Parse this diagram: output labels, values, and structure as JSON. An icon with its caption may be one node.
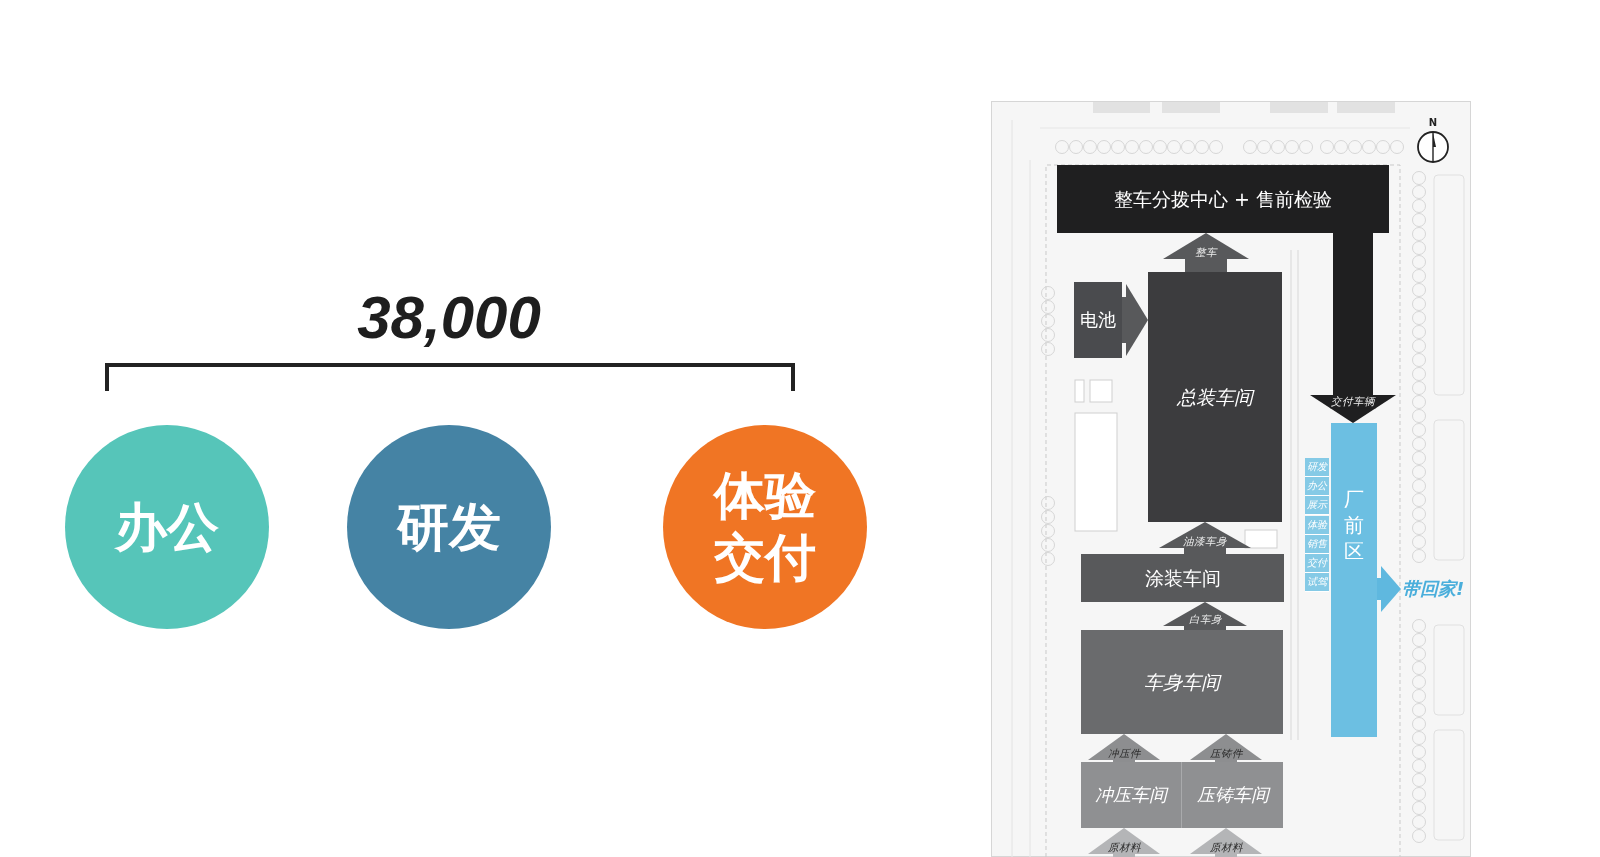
{
  "diagram": {
    "nodes": [
      {
        "text": [
          "办公"
        ]
      },
      {
        "text": [
          "研发"
        ]
      },
      {
        "text": [
          "体验交付"
        ]
      },
      {
        "text": [
          "整车分拨中心 + 售前检验"
        ]
      },
      {
        "text": [
          "电池"
        ]
      },
      {
        "text": [
          "总装车间"
        ]
      },
      {
        "text": [
          "涂装车间"
        ]
      },
      {
        "text": [
          "车身车间"
        ]
      },
      {
        "text": [
          "冲压车间"
        ]
      },
      {
        "text": [
          "压铸车间"
        ]
      },
      {
        "text": [
          "厂前区"
        ]
      },
      {
        "text": [
          "研发"
        ]
      },
      {
        "text": [
          "办公"
        ]
      },
      {
        "text": [
          "展示"
        ]
      },
      {
        "text": [
          "体验"
        ]
      },
      {
        "text": [
          "销售"
        ]
      },
      {
        "text": [
          "交付"
        ]
      },
      {
        "text": [
          "试驾"
        ]
      },
      {
        "text": [
          "带回家!"
        ]
      }
    ],
    "edges": [
      {
        "from": 4,
        "to": 5,
        "arrow": "to"
      },
      {
        "from": 5,
        "to": 3,
        "label": "整车",
        "arrow": "to"
      },
      {
        "from": 6,
        "to": 5,
        "label": "油漆车身",
        "arrow": "to"
      },
      {
        "from": 7,
        "to": 6,
        "label": "白车身",
        "arrow": "to"
      },
      {
        "from": 8,
        "to": 7,
        "label": "冲压件",
        "arrow": "to",
        "color": "#8d8e90"
      },
      {
        "from": 9,
        "to": 7,
        "label": "压铸件",
        "arrow": "to",
        "color": "#8d8e90"
      },
      {
        "from": null,
        "to": 8,
        "label": "原材料",
        "arrow": "to",
        "color": "#b4b5b7"
      },
      {
        "from": null,
        "to": 9,
        "label": "原材料",
        "arrow": "to",
        "color": "#b4b5b7"
      },
      {
        "from": 3,
        "to": 10,
        "label": "交付车辆",
        "arrow": "to",
        "color": "#1f1f20"
      },
      {
        "from": 10,
        "to": 18,
        "arrow": "to",
        "color": "#5fb8df"
      }
    ],
    "labels": [
      "38,000",
      "N"
    ]
  }
}
